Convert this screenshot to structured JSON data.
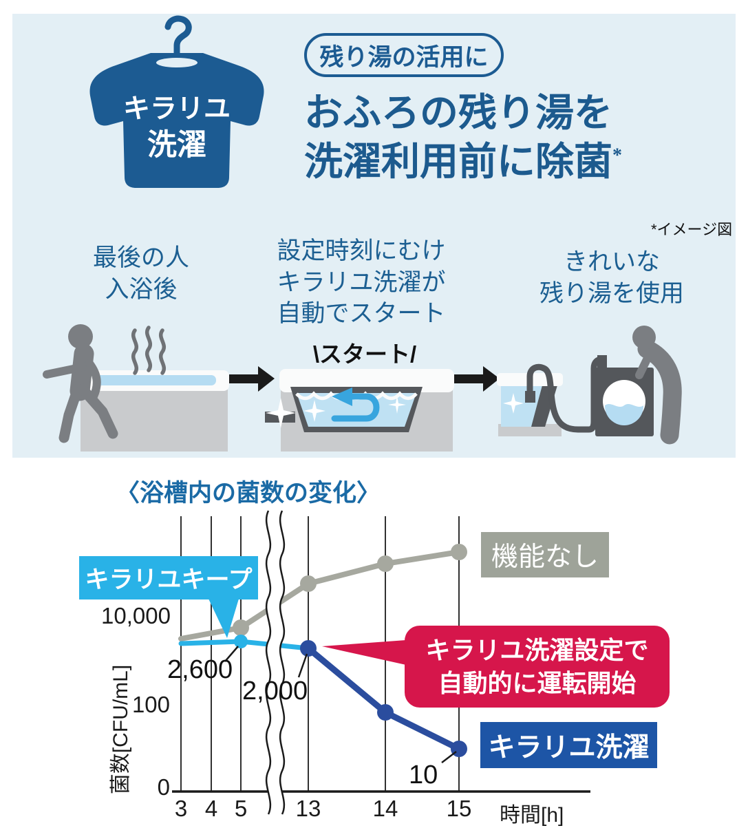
{
  "colors": {
    "panel_bg": "#e3eff5",
    "brand_blue": "#1c5b92",
    "heading_blue": "#1c5a8e",
    "chart_title_blue": "#1a6aa5",
    "cyan": "#29b2e7",
    "red": "#d6164b",
    "gray_series": "#a6a89f",
    "gray_legend_bg": "#9ea399",
    "dark_blue_series": "#2b4d9e",
    "blue_legend_bg": "#1d55a6"
  },
  "hero": {
    "shirt_label_line1": "キラリユ",
    "shirt_label_line2": "洗濯",
    "badge": "残り湯の活用に",
    "heading_line1": "おふろの残り湯を",
    "heading_line2": "洗濯利用前に除菌",
    "heading_asterisk": "*",
    "image_note": "*イメージ図",
    "step1_line1": "最後の人",
    "step1_line2": "入浴後",
    "step2_line1": "設定時刻にむけ",
    "step2_line2": "キラリユ洗濯が",
    "step2_line3": "自動でスタート",
    "step2_start": "\\スタート/",
    "step3_line1": "きれいな",
    "step3_line2": "残り湯を使用"
  },
  "chart": {
    "title": "〈浴槽内の菌数の変化〉",
    "y_axis_title": "菌数[CFU/mL]",
    "x_axis_title": "時間[h]",
    "y_ticks": [
      "10,000",
      "100",
      "0"
    ],
    "x_ticks": [
      "3",
      "4",
      "5",
      "13",
      "14",
      "15"
    ],
    "keep_label": "キラリユキープ",
    "no_function_label": "機能なし",
    "wash_label": "キラリユ洗濯",
    "callout_line1": "キラリユ洗濯設定で",
    "callout_line2": "自動的に運転開始",
    "value_2600": "2,600",
    "value_2000": "2,000",
    "value_10": "10"
  },
  "chart_data": {
    "type": "line",
    "title": "〈浴槽内の菌数の変化〉",
    "xlabel": "時間[h]",
    "ylabel": "菌数[CFU/mL]",
    "x_ticks": [
      3,
      4,
      5,
      13,
      14,
      15
    ],
    "x_axis_break_between": [
      5,
      13
    ],
    "y_scale": "log",
    "y_ticks_shown": [
      10000,
      100,
      0
    ],
    "series": [
      {
        "name": "機能なし",
        "color": "#a6a89f",
        "x": [
          3,
          4,
          5,
          13,
          14,
          15
        ],
        "y": [
          3000,
          4000,
          5500,
          55000,
          150000,
          280000
        ],
        "labeled_values": {}
      },
      {
        "name": "キラリユキープ",
        "color": "#29b2e7",
        "x": [
          3,
          5,
          13
        ],
        "y": [
          2400,
          2600,
          2000
        ],
        "labeled_values": {
          "5": 2600
        }
      },
      {
        "name": "キラリユ洗濯",
        "color": "#2b4d9e",
        "x": [
          13,
          14,
          15
        ],
        "y": [
          2000,
          70,
          10
        ],
        "labeled_values": {
          "13": 2000,
          "15": 10
        }
      }
    ],
    "note": "unlabeled y values estimated from log-scale positions",
    "annotations": [
      "キラリユキープ",
      "キラリユ洗濯設定で自動的に運転開始",
      "機能なし",
      "キラリユ洗濯"
    ],
    "legend_position": "inline boxes next to lines",
    "grid": "vertical gridlines at each x tick"
  }
}
